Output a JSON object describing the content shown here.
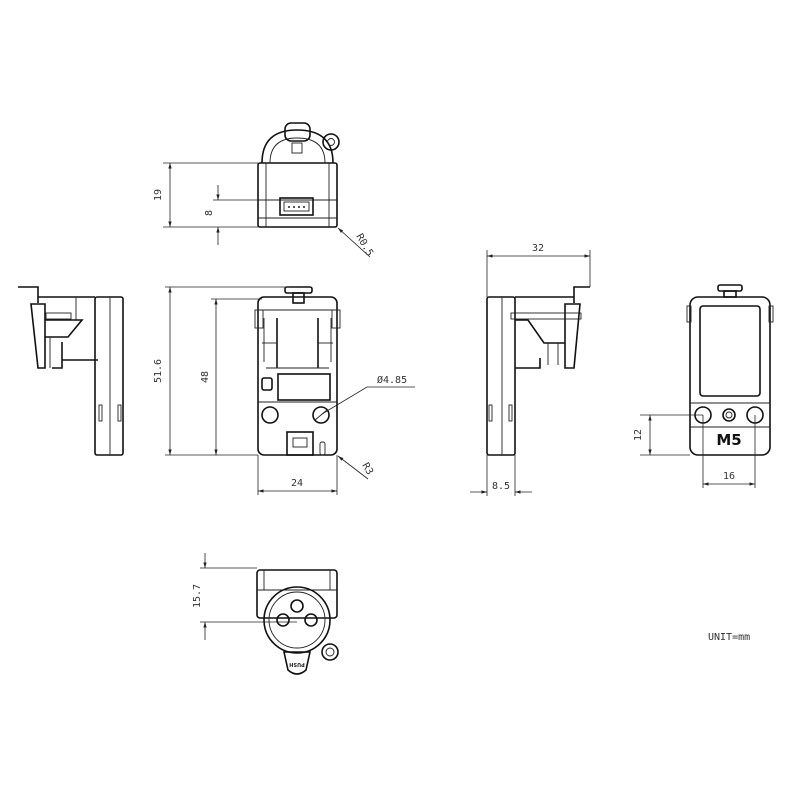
{
  "drawing": {
    "dimensions": {
      "top_height": "19",
      "top_connector_height": "8",
      "top_radius": "R0.5",
      "front_total_height": "51.6",
      "front_body_height": "48",
      "front_hole_diameter": "Ø4.85",
      "front_corner_radius": "R3",
      "front_width": "24",
      "side_depth": "32",
      "side_plate_thickness": "8.5",
      "back_hole_offset": "12",
      "back_hole_spacing": "16",
      "bottom_offset": "15.7"
    },
    "logo_text": "M5",
    "push_label": "PUSH",
    "unit_note": "UNIT=mm",
    "colors": {
      "line": "#111111",
      "background": "#ffffff"
    }
  }
}
